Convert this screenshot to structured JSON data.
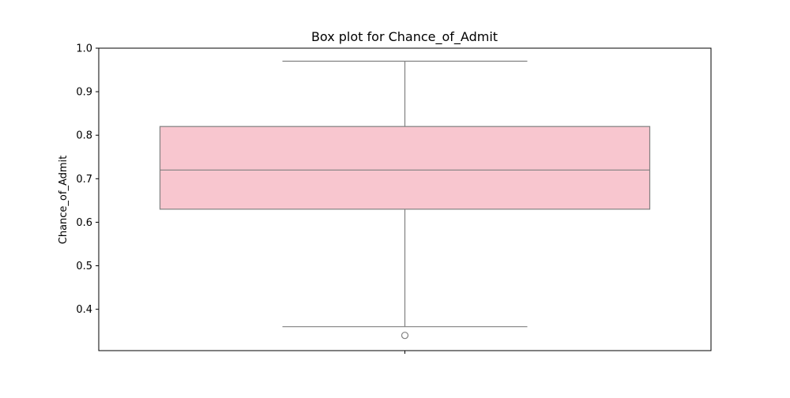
{
  "chart_data": {
    "type": "box",
    "title": "Box plot for Chance_of_Admit",
    "xlabel": "",
    "ylabel": "Chance_of_Admit",
    "ylim": [
      0.305,
      1.0
    ],
    "yticks": [
      0.4,
      0.5,
      0.6,
      0.7,
      0.8,
      0.9,
      1.0
    ],
    "ytick_labels": [
      "0.4",
      "0.5",
      "0.6",
      "0.7",
      "0.8",
      "0.9",
      "1.0"
    ],
    "grid": false,
    "box": {
      "whisker_low": 0.36,
      "q1": 0.63,
      "median": 0.72,
      "q3": 0.82,
      "whisker_high": 0.97,
      "outliers": [
        0.34
      ]
    },
    "colors": {
      "box_fill": "#f8c6cf",
      "line": "#808080",
      "frame": "#000000"
    }
  }
}
